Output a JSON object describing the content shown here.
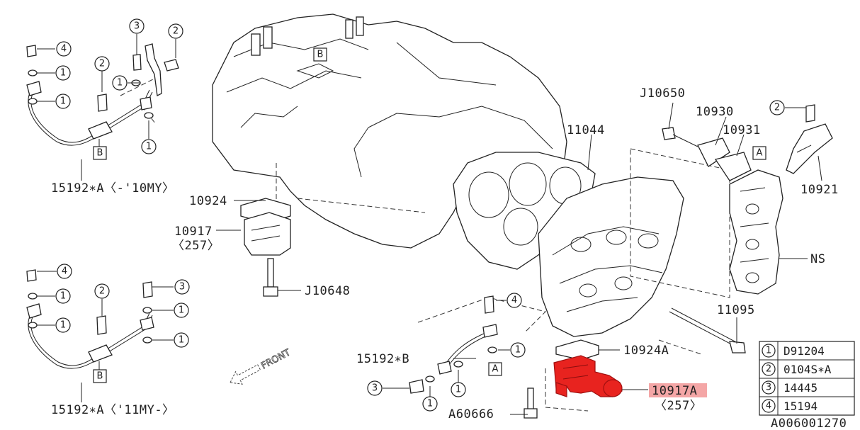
{
  "callouts": {
    "c1": "1",
    "c2": "2",
    "c3": "3",
    "c4": "4"
  },
  "boxes": {
    "a": "A",
    "b": "B"
  },
  "labels": {
    "pipe_10my": "15192∗A〈-'10MY〉",
    "pipe_11my": "15192∗A〈'11MY-〉",
    "pipe_b": "15192∗B",
    "p10924": "10924",
    "p10917": "10917",
    "p10917_ref": "〈257〉",
    "j10648": "J10648",
    "j10650": "J10650",
    "p10930": "10930",
    "p10931": "10931",
    "p11044": "11044",
    "p10921": "10921",
    "ns": "NS",
    "p11095": "11095",
    "p10924a": "10924A",
    "p10917a": "10917A",
    "p10917a_ref": "〈257〉",
    "a60666": "A60666",
    "front": "FRONT",
    "doc_id": "A006001270"
  },
  "legend": [
    {
      "num": "1",
      "part": "D91204"
    },
    {
      "num": "2",
      "part": "0104S∗A"
    },
    {
      "num": "3",
      "part": "14445"
    },
    {
      "num": "4",
      "part": "15194"
    }
  ],
  "colors": {
    "highlight": "#e8231f",
    "highlight_label_bg": "#f4a6a6",
    "ink": "#222222"
  }
}
